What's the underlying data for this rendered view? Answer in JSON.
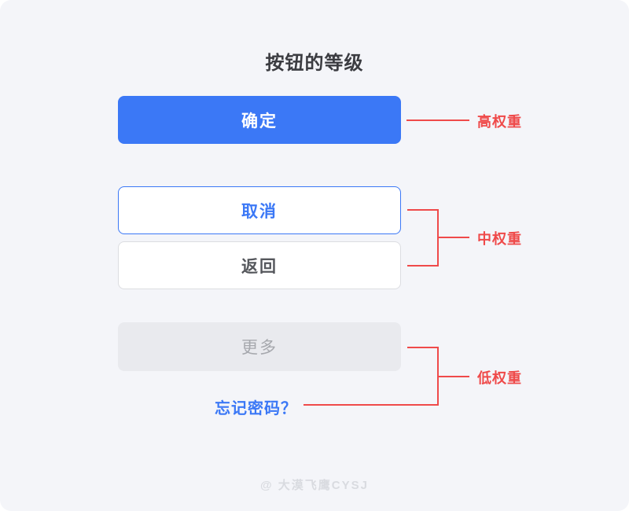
{
  "title": "按钮的等级",
  "groups": [
    {
      "annotation": "高权重",
      "buttons": [
        {
          "label": "确定",
          "style": "primary"
        }
      ]
    },
    {
      "annotation": "中权重",
      "buttons": [
        {
          "label": "取消",
          "style": "outline-blue"
        },
        {
          "label": "返回",
          "style": "outline-gray"
        }
      ]
    },
    {
      "annotation": "低权重",
      "buttons": [
        {
          "label": "更多",
          "style": "disabled"
        },
        {
          "label": "忘记密码？",
          "style": "text-link"
        }
      ]
    }
  ],
  "watermark": "@ 大漠飞鹰CYSJ",
  "colors": {
    "primary_blue": "#3b78f6",
    "annotation_red": "#ef4a4a",
    "card_background": "#f4f5f9",
    "disabled_background": "#e9eaee",
    "disabled_text": "#a6a8ad",
    "neutral_text": "#55575c",
    "neutral_border": "#dcdde1",
    "title_text": "#3b3c41",
    "watermark_gray": "#d9dbe0"
  }
}
